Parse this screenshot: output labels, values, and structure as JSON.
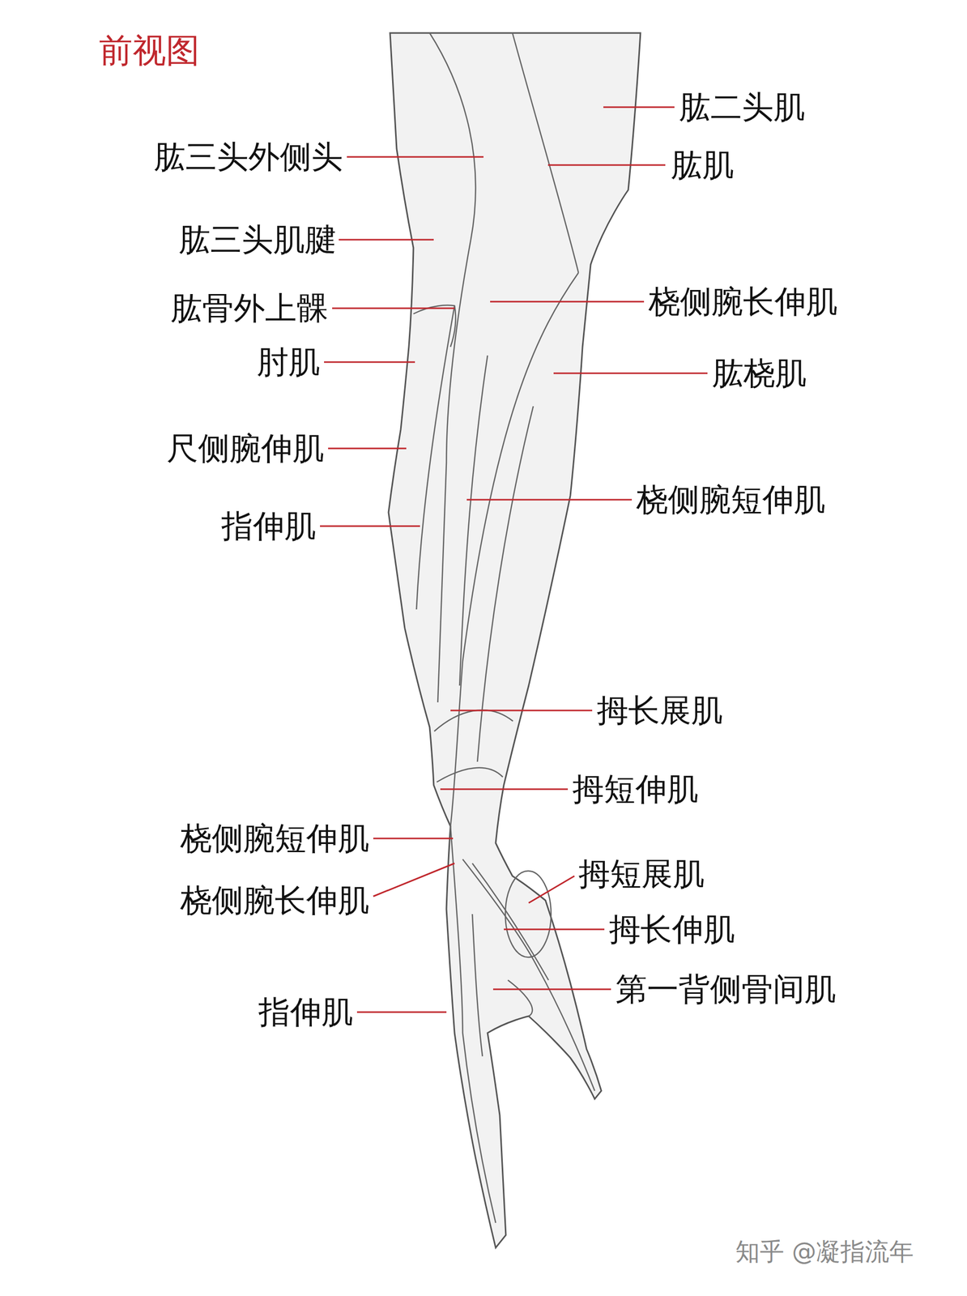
{
  "diagram": {
    "title": "前视图",
    "labels": [
      "肱二头肌",
      "肱三头外侧头",
      "肱肌",
      "肱三头肌腱",
      "桡侧腕长伸肌",
      "肱骨外上髁",
      "肘肌",
      "肱桡肌",
      "尺侧腕伸肌",
      "桡侧腕短伸肌",
      "指伸肌",
      "拇长展肌",
      "拇短伸肌",
      "桡侧腕短伸肌",
      "拇短展肌",
      "桡侧腕长伸肌",
      "拇长伸肌",
      "第一背侧骨间肌",
      "指伸肌",
      "知乎 @凝指流年"
    ]
  }
}
